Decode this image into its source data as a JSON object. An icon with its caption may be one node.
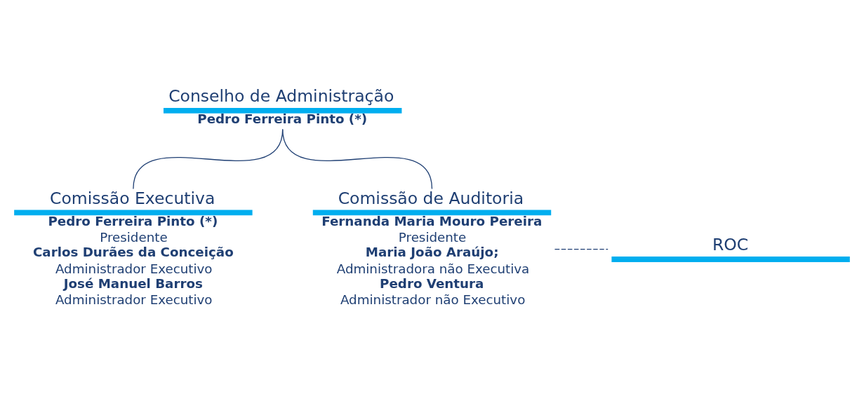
{
  "diagram": {
    "nodes": [
      {
        "text": [
          "Conselho de Administração",
          "Pedro Ferreira Pinto (*)"
        ]
      },
      {
        "text": [
          "Comissão Executiva",
          "Pedro Ferreira Pinto (*)",
          "Presidente",
          "Carlos Durães da Conceição",
          "Administrador Executivo",
          "José Manuel Barros",
          "Administrador Executivo"
        ]
      },
      {
        "text": [
          "Comissão de Auditoria",
          "Fernanda Maria Mouro Pereira",
          "Presidente",
          "Maria João Araújo;",
          "Administradora não Executiva",
          "Pedro Ventura",
          "Administrador não Executivo"
        ]
      },
      {
        "text": [
          "ROC"
        ]
      }
    ],
    "edges": [
      {
        "from": 0,
        "to": 1,
        "arrow": "none"
      },
      {
        "from": 0,
        "to": 2,
        "arrow": "none"
      },
      {
        "from": 2,
        "to": 3,
        "arrow": "none",
        "style": "dashed"
      }
    ]
  }
}
